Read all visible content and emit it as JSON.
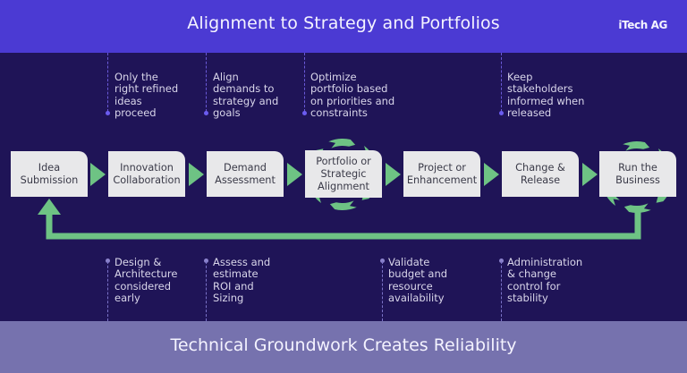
{
  "header": {
    "title": "Alignment to Strategy and Portfolios",
    "brand": "iTech AG"
  },
  "footer": {
    "title": "Technical Groundwork Creates Reliability"
  },
  "steps": [
    {
      "label_lines": [
        "Idea",
        "Submission"
      ]
    },
    {
      "label_lines": [
        "Innovation",
        "Collaboration"
      ]
    },
    {
      "label_lines": [
        "Demand",
        "Assessment"
      ]
    },
    {
      "label_lines": [
        "Portfolio or",
        "Strategic",
        "Alignment"
      ],
      "cycle": true
    },
    {
      "label_lines": [
        "Project or",
        "Enhancement"
      ]
    },
    {
      "label_lines": [
        "Change &",
        "Release"
      ]
    },
    {
      "label_lines": [
        "Run the",
        "Business"
      ],
      "cycle": true
    }
  ],
  "top_notes": [
    {
      "lines": [
        "Only the",
        "right refined",
        "ideas",
        "proceed"
      ]
    },
    {
      "lines": [
        "Align",
        "demands to",
        "strategy and",
        "goals"
      ]
    },
    {
      "lines": [
        "Optimize",
        "portfolio based",
        "on priorities and",
        "constraints"
      ]
    },
    {
      "lines": [
        "Keep",
        "stakeholders",
        "informed when",
        "released"
      ]
    }
  ],
  "bottom_notes": [
    {
      "lines": [
        "Design &",
        "Architecture",
        "considered",
        "early"
      ]
    },
    {
      "lines": [
        "Assess and",
        "estimate",
        "ROI and",
        "Sizing"
      ]
    },
    {
      "lines": [
        "Validate",
        "budget and",
        "resource",
        "availability"
      ]
    },
    {
      "lines": [
        "Administration",
        "& change",
        "control for",
        "stability"
      ]
    }
  ],
  "feedback_loop": {
    "from_step": "Run the Business",
    "to_step": "Idea Submission",
    "icon": "return-arrow-icon"
  },
  "colors": {
    "header_bg": "#4b3ad3",
    "body_bg": "#1f1457",
    "footer_bg": "#7672ae",
    "step_bg": "#e8e8ea",
    "accent_green": "#6ec384",
    "note_dot": "#6b5cf0"
  }
}
